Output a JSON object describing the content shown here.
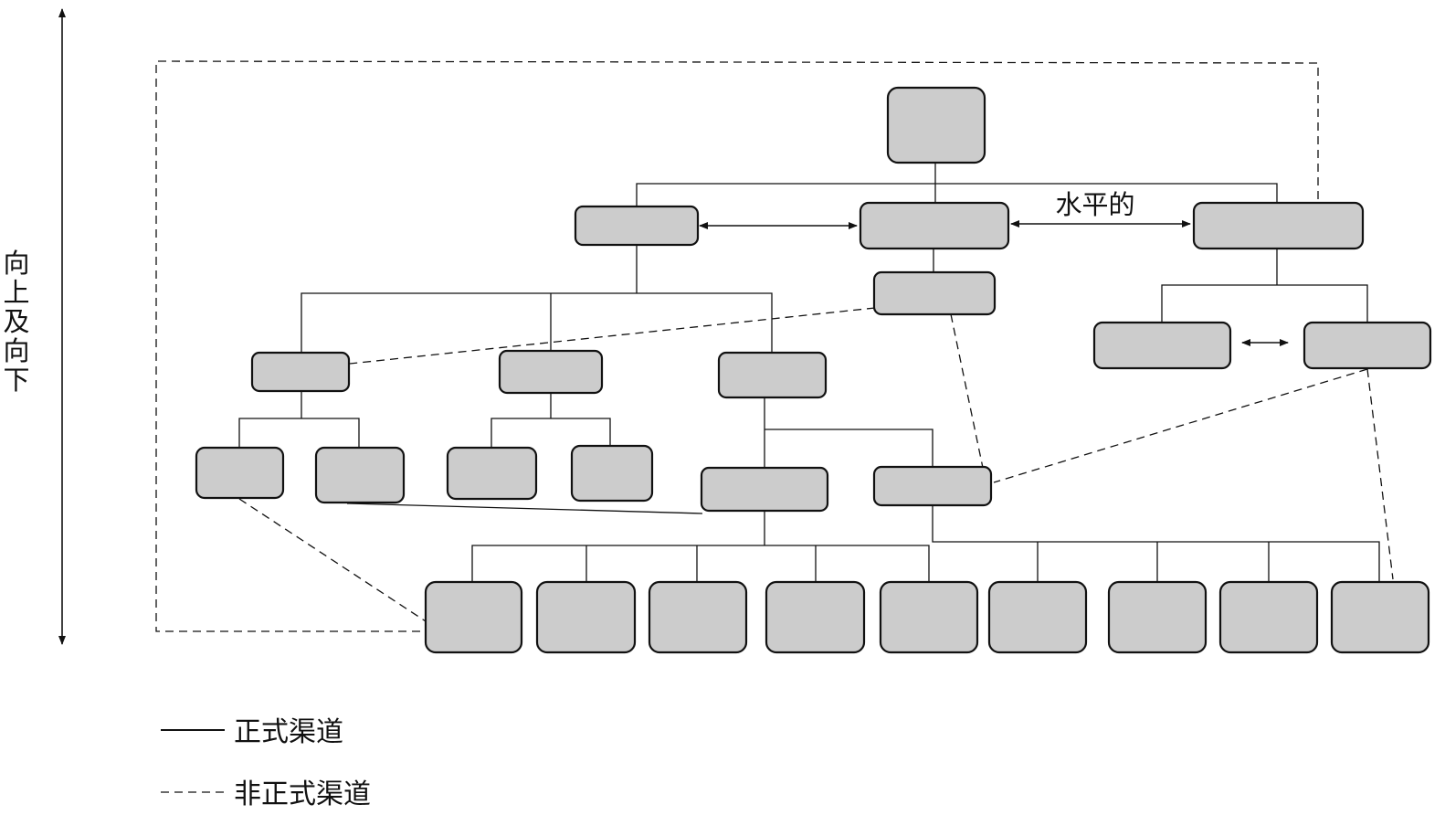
{
  "labels": {
    "vertical": [
      "向",
      "上",
      "及",
      "向",
      "下"
    ],
    "horizontal": "水平的"
  },
  "legend": {
    "formal": "正式渠道",
    "informal": "非正式渠道"
  },
  "colors": {
    "box_fill": "#cccccc",
    "stroke": "#111111"
  }
}
